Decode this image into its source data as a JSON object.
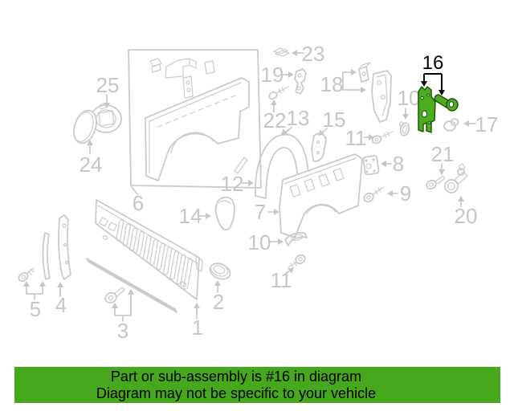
{
  "banner": {
    "line1": "Part or sub-assembly is #16 in diagram",
    "line2": "Diagram may not be specific to your vehicle",
    "bg_color": "#47a81d"
  },
  "highlight": {
    "part_number": "16",
    "color": "#4bad1f"
  },
  "labels": {
    "p1": "1",
    "p2": "2",
    "p3": "3",
    "p4": "4",
    "p5": "5",
    "p6": "6",
    "p7": "7",
    "p8": "8",
    "p9": "9",
    "p10a": "10",
    "p10b": "10",
    "p11a": "11",
    "p11b": "11",
    "p12": "12",
    "p13": "13",
    "p14": "14",
    "p15": "15",
    "p16": "16",
    "p17": "17",
    "p18": "18",
    "p19": "19",
    "p20": "20",
    "p21": "21",
    "p22": "22",
    "p23": "23",
    "p24": "24",
    "p25": "25"
  }
}
